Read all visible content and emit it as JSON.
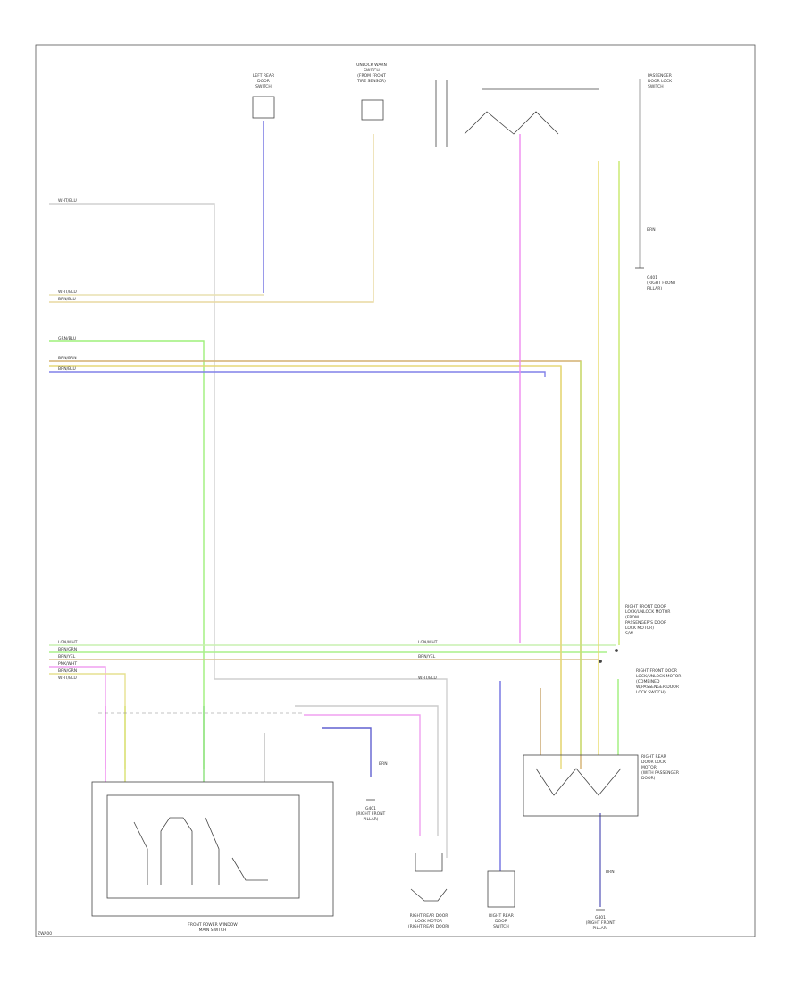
{
  "diagram": {
    "components": {
      "left_rear_door_switch": [
        "LEFT REAR",
        "DOOR",
        "SWITCH"
      ],
      "unlock_warn_switch": [
        "UNLOCK WARN",
        "SWITCH",
        "(FROM FRONT",
        "TIRE SENSOR)"
      ],
      "passenger_door_lock_switch": [
        "PASSENGER",
        "DOOR LOCK",
        "SWITCH"
      ],
      "right_front_door_lock_motor_upper": [
        "RIGHT FRONT DOOR",
        "LOCK/UNLOCK MOTOR",
        "(FROM",
        "PASSENGER'S DOOR",
        "LOCK MOTOR)",
        "S/W"
      ],
      "right_front_door_lock_motor_lower": [
        "RIGHT FRONT DOOR",
        "LOCK/UNLOCK MOTOR",
        "(COMBINED",
        "W/PASSENGER DOOR",
        "LOCK SWITCH)"
      ],
      "right_rear_lock_unit": [
        "RIGHT REAR",
        "DOOR LOCK",
        "MOTOR",
        "(WITH PASSENGER",
        "DOOR)"
      ],
      "front_power_window_unit": [
        "FRONT POWER WINDOW",
        "MAIN SWITCH"
      ],
      "rear_door_lock_motor": [
        "RIGHT REAR DOOR",
        "LOCK MOTOR",
        "(RIGHT REAR DOOR)"
      ],
      "right_rear_door_switch": [
        "RIGHT REAR",
        "DOOR",
        "SWITCH"
      ],
      "ground_g401": [
        "G401",
        "(RIGHT FRONT",
        "PILLAR)"
      ],
      "ground_mid": [
        "G401",
        "(RIGHT FRONT",
        "PILLAR)"
      ],
      "ground_bottom": [
        "G401",
        "(RIGHT FRONT",
        "PILLAR)"
      ]
    },
    "left_wire_labels": [
      "WHT/BLU",
      "WHT/BLU",
      "BRN/BLU",
      "GRN/BLU",
      "BRN/BRN",
      "BRN/BLU",
      "LGN/WHT",
      "BRN/GRN",
      "BRN/YEL",
      "PNK/WHT",
      "BRN/GRN",
      "WHT/BLU"
    ],
    "mid_wire_labels": [
      "LGN/WHT",
      "BRN/YEL",
      "WHT/BLU"
    ],
    "ground_wire_label": "BRN",
    "footer_code": "ZWA00"
  },
  "palette": {
    "blue": "#6a6ae0",
    "yellow": "#e8dc6a",
    "brown": "#c8a46a",
    "green": "#9ef07a",
    "pink": "#f06ef0",
    "grey": "#bdbdbd",
    "ink": "#333333"
  }
}
